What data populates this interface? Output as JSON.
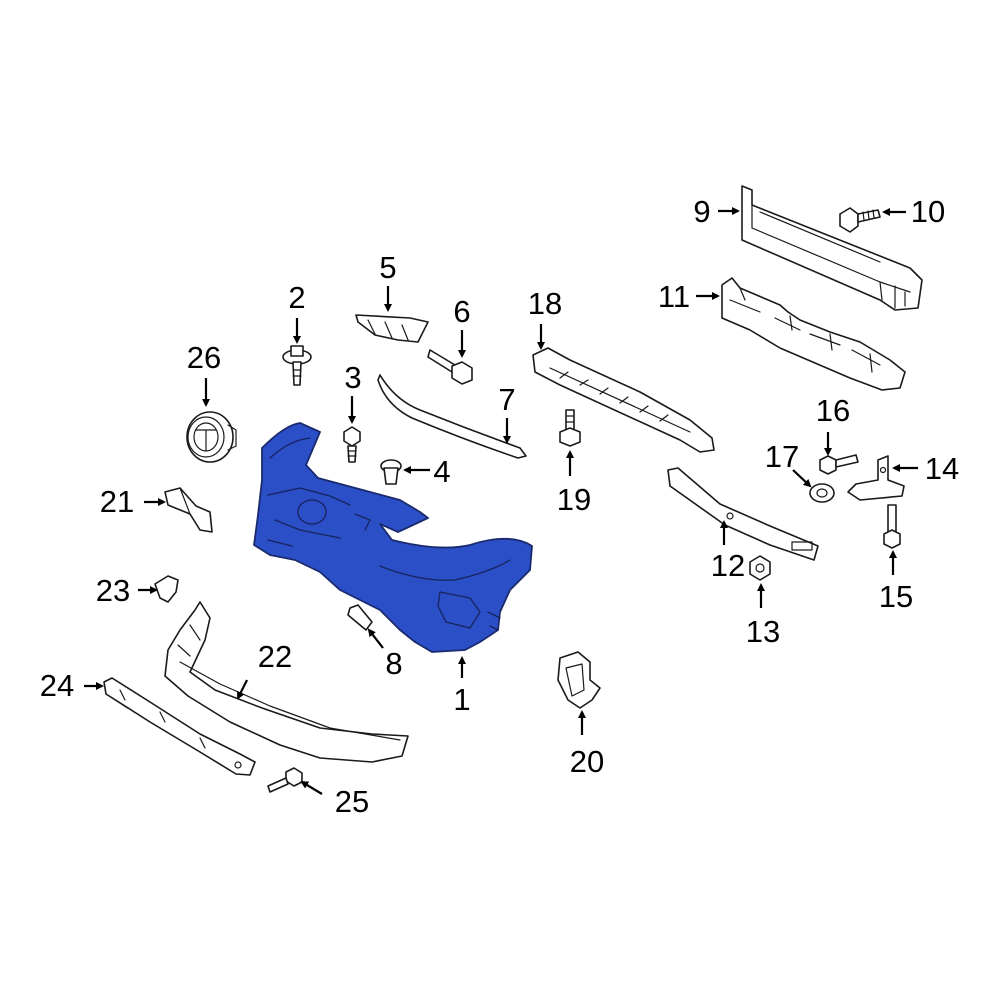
{
  "highlight_color": "#2b4fc7",
  "callouts": [
    "1",
    "2",
    "3",
    "4",
    "5",
    "6",
    "7",
    "8",
    "9",
    "10",
    "11",
    "12",
    "13",
    "14",
    "15",
    "16",
    "17",
    "18",
    "19",
    "20",
    "21",
    "22",
    "23",
    "24",
    "25",
    "26"
  ],
  "highlighted_part": "1"
}
